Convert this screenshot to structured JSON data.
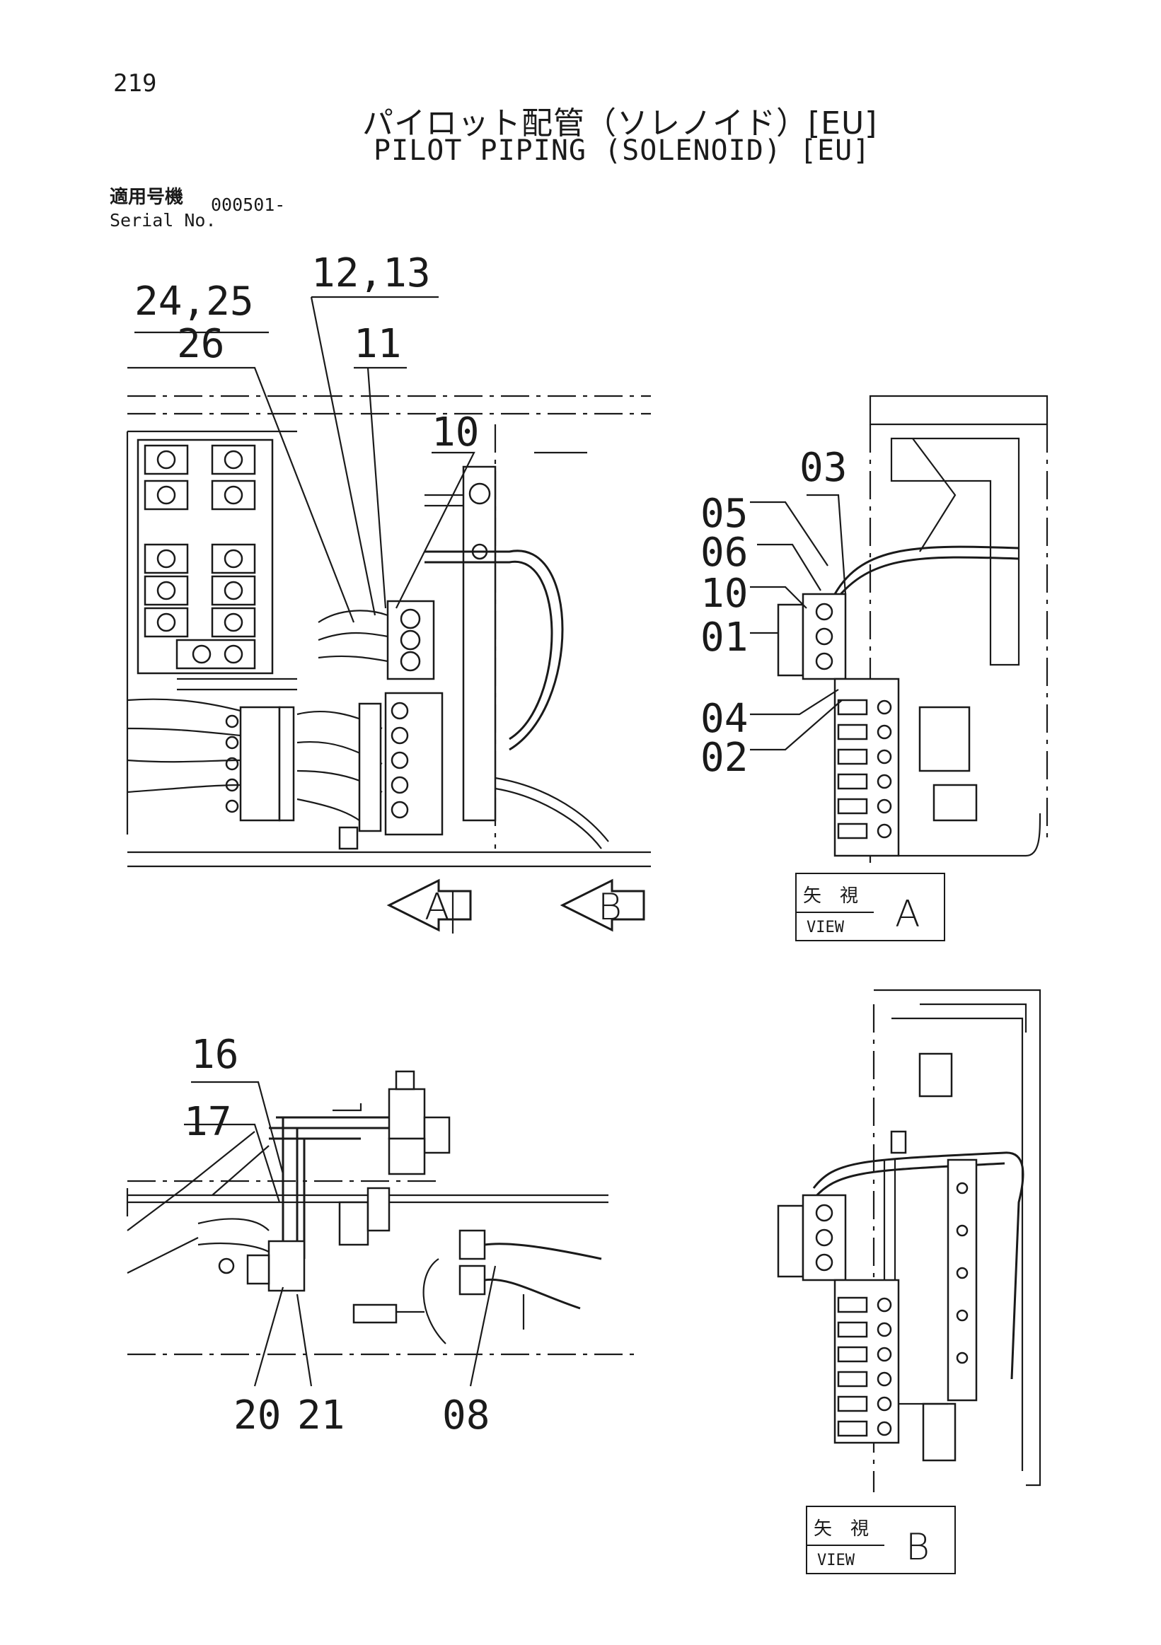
{
  "page_number": "219",
  "title_jp": "パイロット配管（ソレノイド）[EU]",
  "title_en": "PILOT PIPING (SOLENOID) [EU]",
  "serial": {
    "label_jp": "適用号機",
    "label_en": "Serial No.",
    "value": "000501-"
  },
  "main_view": {
    "callouts": [
      "24,25",
      "26",
      "12,13",
      "11",
      "10"
    ],
    "arrow_labels": [
      "A",
      "B"
    ]
  },
  "view_a": {
    "callouts": [
      "03",
      "05",
      "06",
      "10",
      "01",
      "04",
      "02"
    ],
    "caption_jp": "矢　視",
    "caption_en": "VIEW",
    "letter": "A"
  },
  "lower_view": {
    "callouts": [
      "16",
      "17",
      "20",
      "21",
      "08"
    ]
  },
  "view_b": {
    "caption_jp": "矢　視",
    "caption_en": "VIEW",
    "letter": "B"
  }
}
